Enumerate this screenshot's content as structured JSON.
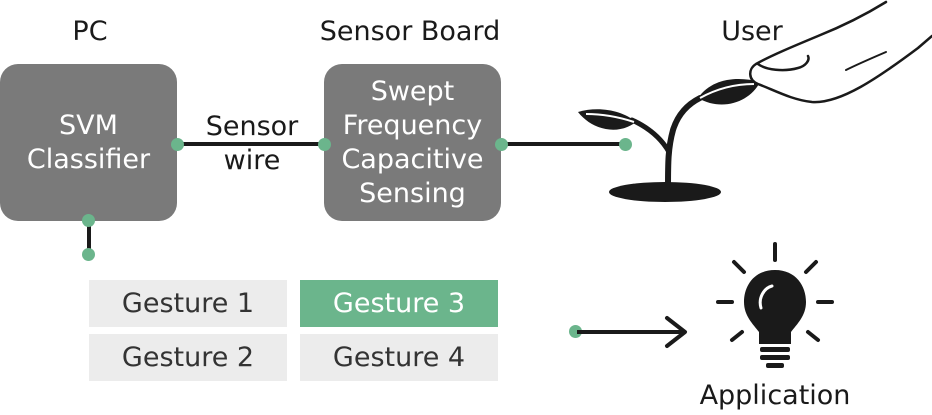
{
  "colors": {
    "box": "#7a7a7a",
    "accent": "#6bb58c",
    "gesture_bg": "#ececec",
    "wire": "#1a1a1a"
  },
  "labels": {
    "pc": "PC",
    "sensor_board": "Sensor Board",
    "user": "User",
    "application": "Application"
  },
  "pc_box": {
    "line1": "SVM",
    "line2": "Classifier"
  },
  "sensor_box": {
    "line1": "Swept",
    "line2": "Frequency",
    "line3": "Capacitive",
    "line4": "Sensing"
  },
  "wire_label": {
    "line1": "Sensor",
    "line2": "wire"
  },
  "gestures": [
    {
      "label": "Gesture 1",
      "active": false
    },
    {
      "label": "Gesture 3",
      "active": true
    },
    {
      "label": "Gesture 2",
      "active": false
    },
    {
      "label": "Gesture 4",
      "active": false
    }
  ],
  "icons": [
    "plant-icon",
    "finger-icon",
    "lightbulb-icon",
    "arrow-right-icon"
  ]
}
